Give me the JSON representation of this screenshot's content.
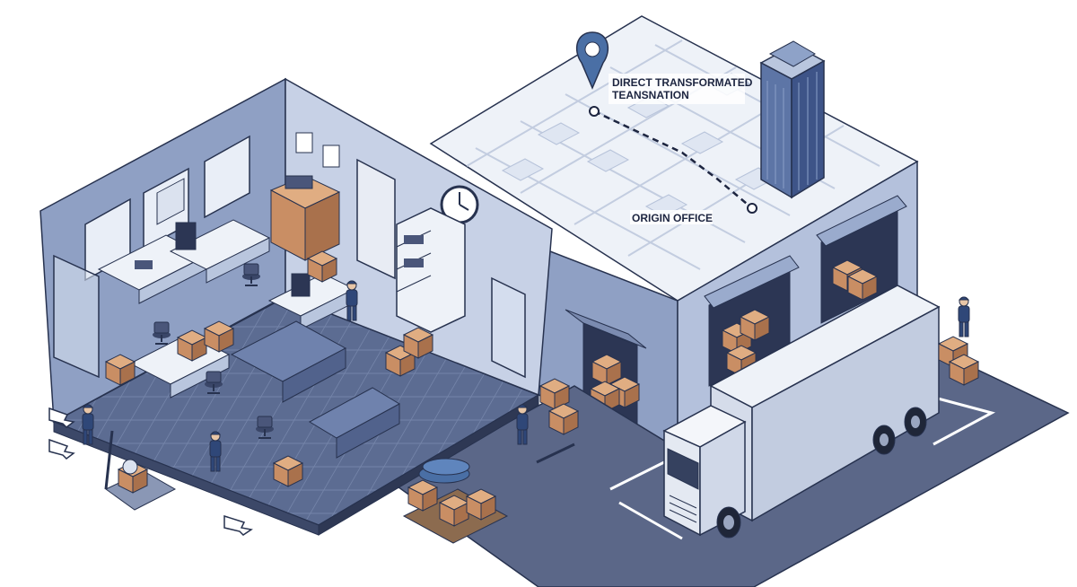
{
  "map": {
    "destination_label_line1": "DIRECT TRANSFORMATED",
    "destination_label_line2": "TEANSNATION",
    "origin_label": "ORIGIN OFFICE"
  },
  "colors": {
    "outline": "#27324f",
    "wall_light": "#c7d1e6",
    "wall_mid": "#93a4c6",
    "floor": "#5f6f95",
    "box": "#c98e64",
    "navy": "#2f4778",
    "asphalt": "#5b6788",
    "map_bg": "#eef2f8",
    "pin": "#4a6fa5"
  }
}
